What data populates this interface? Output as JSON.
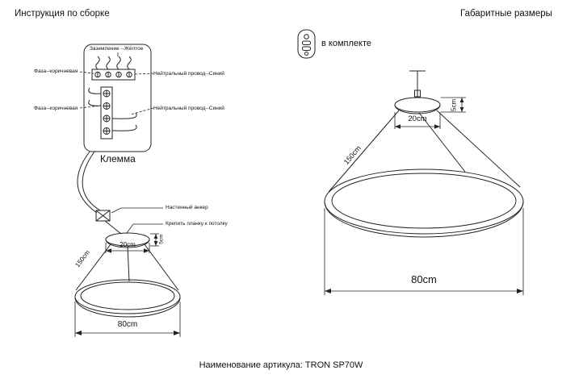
{
  "header": {
    "instruction_title": "Инструкция по сборке",
    "dimensions_title": "Габаритные размеры"
  },
  "remote": {
    "included_label": "в комплекте"
  },
  "wiring": {
    "ground_label": "Заземление --Жёлтое",
    "phase_label_top": "Фаза--коричневая",
    "phase_label_bottom": "Фаза--коричневая",
    "neutral_label_top": "Нейтральный провод--Синий",
    "neutral_label_bottom": "Нейтральный провод--Синий",
    "terminal_label": "Клемма"
  },
  "assembly_view": {
    "anchor_label": "Настенный анкер",
    "mount_label": "Крепить планку к потолку",
    "canopy_width": "20cm",
    "canopy_height": "5cm",
    "drop_height": "150cm",
    "ring_diameter": "80cm"
  },
  "dimensions_view": {
    "canopy_width": "20cm",
    "canopy_height": "5cm",
    "drop_height": "150cm",
    "ring_diameter": "80cm"
  },
  "footer": {
    "article_label": "Наименование артикула: TRON SP70W"
  },
  "colors": {
    "line": "#222222",
    "background": "#ffffff"
  }
}
